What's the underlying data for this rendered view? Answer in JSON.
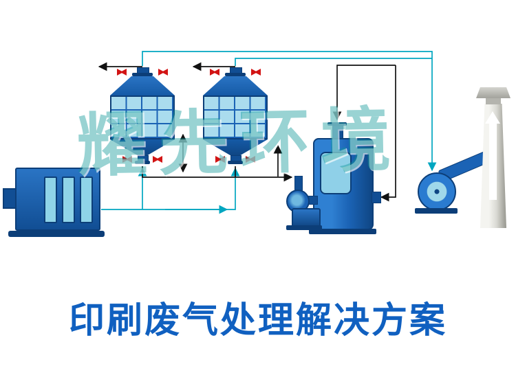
{
  "watermark": {
    "text": "耀先环境"
  },
  "title": {
    "text": "印刷废气处理解决方案"
  },
  "palette": {
    "device_blue": "#1b63b5",
    "device_blue_dark": "#0c3e78",
    "panel_light_blue": "#9fd8ea",
    "flow_line_black": "#111111",
    "flow_line_teal": "#00a6c0",
    "valve_red": "#d21414",
    "chimney_gray": "#d8d8d2",
    "title_blue": "#1060c0",
    "watermark_teal": "#0d9696"
  },
  "components": [
    {
      "name": "oxidizer-unit"
    },
    {
      "name": "adsorber-filter-1"
    },
    {
      "name": "adsorber-filter-2"
    },
    {
      "name": "spray-tower"
    },
    {
      "name": "circulation-pump"
    },
    {
      "name": "centrifugal-fan"
    },
    {
      "name": "exhaust-chimney"
    }
  ]
}
